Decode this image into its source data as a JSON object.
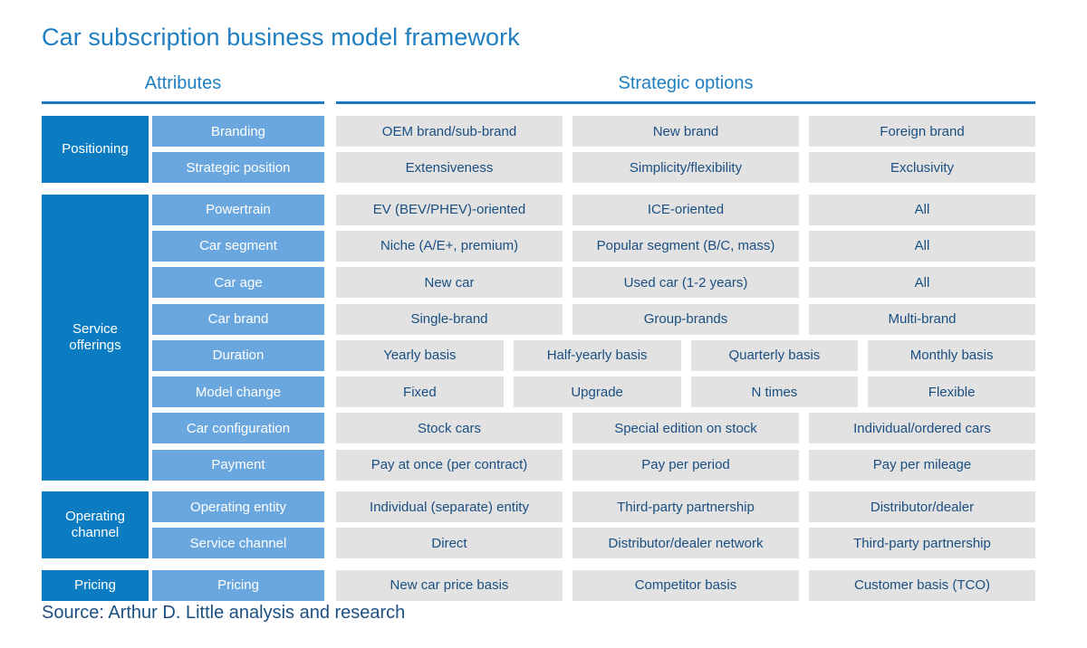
{
  "title": "Car subscription business model framework",
  "headers": {
    "attributes": "Attributes",
    "options": "Strategic options"
  },
  "colors": {
    "title": "#1F7EC0",
    "rule": "#1B7BBE",
    "category_box": "#0B7CC1",
    "attribute_box": "#6AA7DE",
    "option_box": "#E2E2E2",
    "option_text": "#1B4F82",
    "box_text": "#FFFFFF",
    "background": "#FFFFFF"
  },
  "categories": [
    {
      "label": "Positioning",
      "rows": 2
    },
    {
      "label": "Service offerings",
      "rows": 8
    },
    {
      "label": "Operating channel",
      "rows": 2
    },
    {
      "label": "Pricing",
      "rows": 1
    }
  ],
  "rows": [
    {
      "attribute": "Branding",
      "options": [
        "OEM brand/sub-brand",
        "New brand",
        "Foreign brand"
      ]
    },
    {
      "attribute": "Strategic position",
      "options": [
        "Extensiveness",
        "Simplicity/flexibility",
        "Exclusivity"
      ]
    },
    {
      "attribute": "Powertrain",
      "options": [
        "EV (BEV/PHEV)-oriented",
        "ICE-oriented",
        "All"
      ]
    },
    {
      "attribute": "Car segment",
      "options": [
        "Niche (A/E+, premium)",
        "Popular segment (B/C, mass)",
        "All"
      ]
    },
    {
      "attribute": "Car age",
      "options": [
        "New car",
        "Used car (1-2 years)",
        "All"
      ]
    },
    {
      "attribute": "Car brand",
      "options": [
        "Single-brand",
        "Group-brands",
        "Multi-brand"
      ]
    },
    {
      "attribute": "Duration",
      "options": [
        "Yearly basis",
        "Half-yearly basis",
        "Quarterly basis",
        "Monthly basis"
      ]
    },
    {
      "attribute": "Model change",
      "options": [
        "Fixed",
        "Upgrade",
        "N times",
        "Flexible"
      ]
    },
    {
      "attribute": "Car configuration",
      "options": [
        "Stock cars",
        "Special edition on stock",
        "Individual/ordered cars"
      ]
    },
    {
      "attribute": "Payment",
      "options": [
        "Pay at once (per contract)",
        "Pay per period",
        "Pay per mileage"
      ]
    },
    {
      "attribute": "Operating entity",
      "options": [
        "Individual (separate) entity",
        "Third-party partnership",
        "Distributor/dealer"
      ]
    },
    {
      "attribute": "Service channel",
      "options": [
        "Direct",
        "Distributor/dealer network",
        "Third-party partnership"
      ]
    },
    {
      "attribute": "Pricing",
      "options": [
        "New car price basis",
        "Competitor basis",
        "Customer basis (TCO)"
      ]
    }
  ],
  "source": "Source: Arthur D. Little analysis and research"
}
